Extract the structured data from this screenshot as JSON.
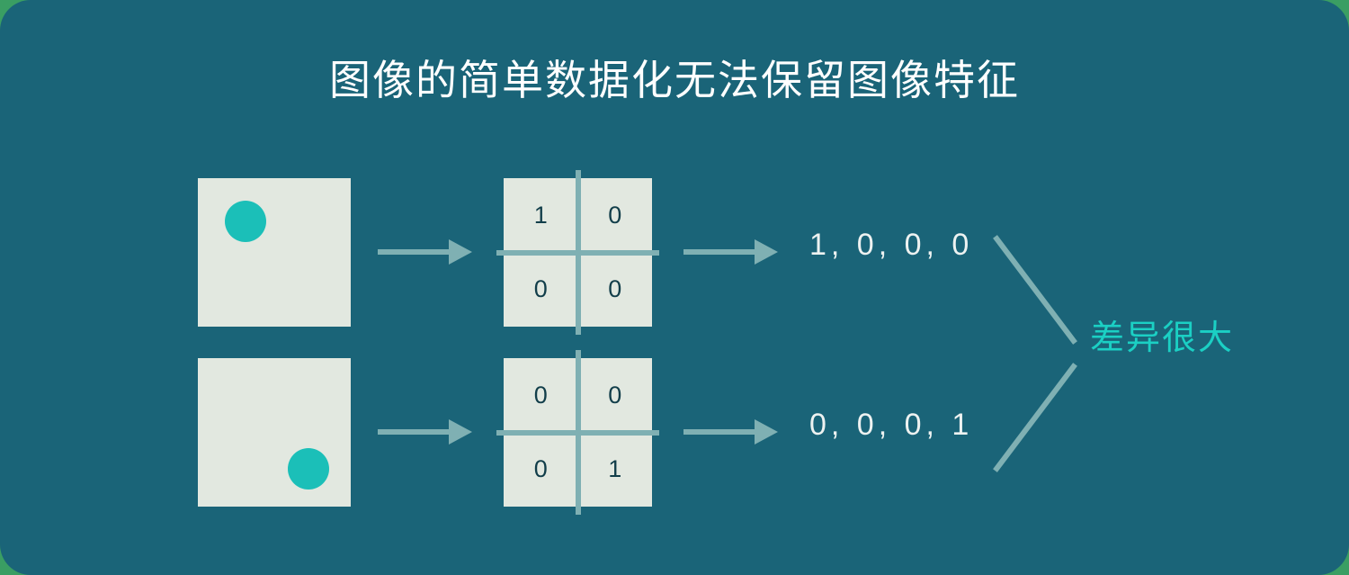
{
  "slide": {
    "title": "图像的简单数据化无法保留图像特征",
    "background_color": "#1a6478",
    "outer_color": "#3a9e63",
    "accent_color": "#1bbfb8",
    "panel_color": "#e2e8e0",
    "line_color": "#7fb0b3",
    "label_color": "#1bd0c4"
  },
  "rows": [
    {
      "image": {
        "alt": "square-with-dot-top-left",
        "dot_position": "top-left"
      },
      "arrow_1": "arrow-right",
      "matrix": {
        "values": [
          "1",
          "0",
          "0",
          "0"
        ]
      },
      "arrow_2": "arrow-right",
      "vector": "1, 0, 0, 0"
    },
    {
      "image": {
        "alt": "square-with-dot-bottom-right",
        "dot_position": "bottom-right"
      },
      "arrow_1": "arrow-right",
      "matrix": {
        "values": [
          "0",
          "0",
          "0",
          "1"
        ]
      },
      "arrow_2": "arrow-right",
      "vector": "0, 0, 0, 1"
    }
  ],
  "comparison": {
    "label": "差异很大"
  }
}
